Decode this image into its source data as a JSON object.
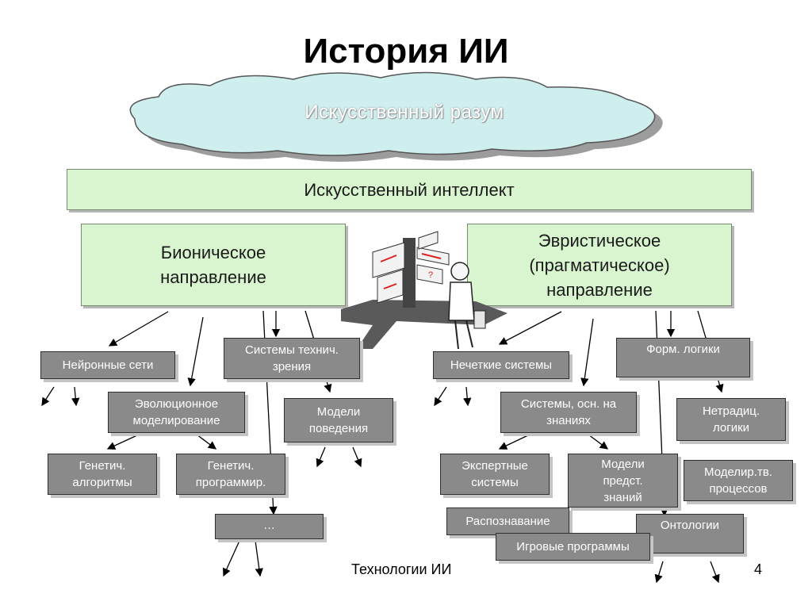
{
  "title": "История ИИ",
  "cloud_label": "Искусственный разум",
  "main_box": "Искусственный интеллект",
  "left_branch": [
    "Бионическое",
    "направление"
  ],
  "right_branch": [
    "Эвристическое",
    "(прагматическое)",
    "направление"
  ],
  "nodes": {
    "neural_nets": "Нейронные сети",
    "vision_systems": [
      "Системы технич.",
      "зрения"
    ],
    "evolutionary": [
      "Эволюционное",
      "моделирование"
    ],
    "behavior_models": [
      "Модели",
      "поведения"
    ],
    "genetic_algorithms": [
      "Генетич.",
      "алгоритмы"
    ],
    "genetic_programming": [
      "Генетич.",
      "программир."
    ],
    "ellipsis": "…",
    "fuzzy_systems": "Нечеткие системы",
    "formal_logics": "Форм. логики",
    "knowledge_systems": [
      "Системы, осн. на",
      "знаниях"
    ],
    "nontraditional_logics": [
      "Нетрадиц.",
      "логики"
    ],
    "expert_systems": [
      "Экспертные",
      "системы"
    ],
    "knowledge_models": [
      "Модели",
      "предст.",
      "знаний"
    ],
    "process_modeling": [
      "Моделир.тв.",
      "процессов"
    ],
    "recognition": "Распознавание",
    "ontologies": "Онтологии",
    "game_programs": "Игровые программы"
  },
  "footer": {
    "text": "Технологии ИИ",
    "page": "4"
  },
  "colors": {
    "green_fill": "#d9f5cf",
    "gray_fill": "#8a8a8a",
    "cloud": "#cfeeee"
  }
}
